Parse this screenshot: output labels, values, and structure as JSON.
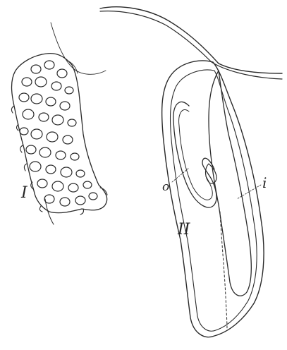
{
  "figure_labels": {
    "fig1": "I",
    "fig2": "II",
    "label_o": "o",
    "label_i": "i"
  }
}
